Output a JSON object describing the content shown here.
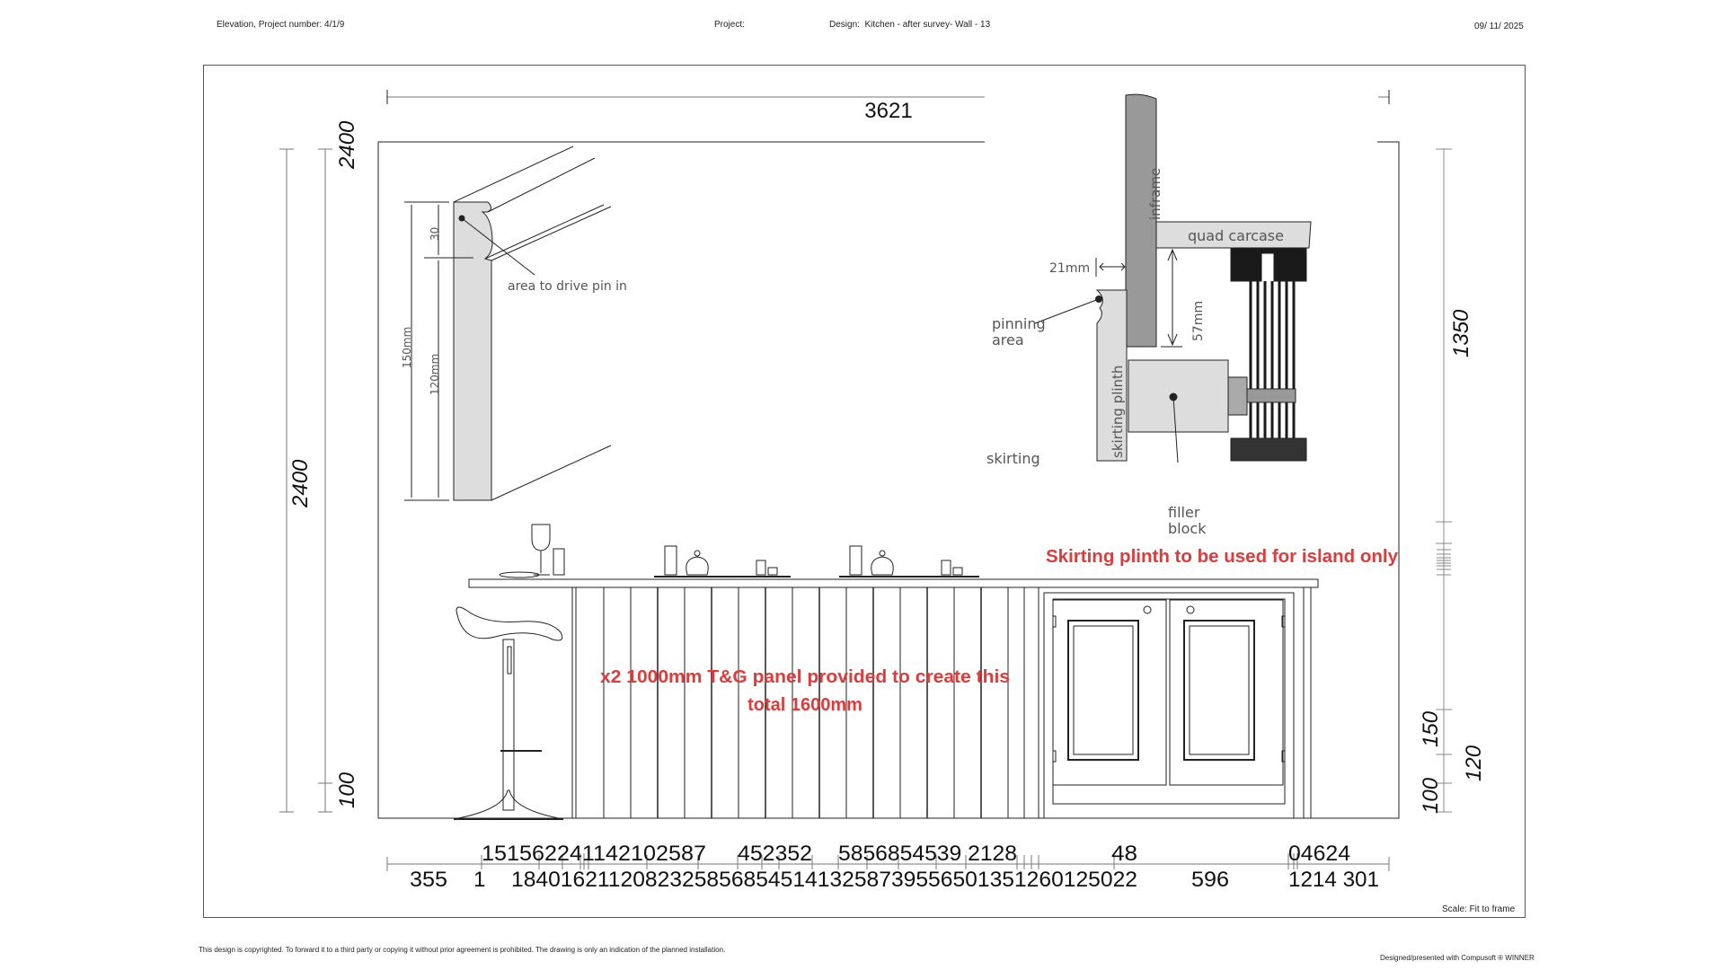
{
  "header": {
    "elevation": "Elevation, Project number: 4/1/9",
    "project_label": "Project:",
    "design_label": "Design:",
    "design_value": "Kitchen - after survey- Wall - 13",
    "date": "09/ 11/ 2025"
  },
  "drawing": {
    "top_width": "3621",
    "left_height_outer": "2400",
    "left_height_inner": "2400",
    "left_plinth": "100",
    "right_upper": "1350",
    "right_150": "150",
    "right_120": "120",
    "right_100": "100",
    "bottom_top_row": [
      "151562241142102587",
      "452352",
      "5856854539 2128",
      "48",
      "04624"
    ],
    "bottom_bottom_row": [
      "355",
      "1",
      "184016211208232585685451413258739556501351260125022",
      "596",
      "1214 301"
    ]
  },
  "skirting_detail": {
    "dim_150": "150mm",
    "dim_120": "120mm",
    "dim_30": "30",
    "pin_label": "area to drive pin in"
  },
  "plinth_detail": {
    "inframe": "inframe",
    "quad_carcase": "quad carcase",
    "gap": "21mm",
    "height": "57mm",
    "pinning_1": "pinning",
    "pinning_2": "area",
    "skirting_plinth": "skirting plinth",
    "skirting_cut": "skirting",
    "filler_1": "filler",
    "filler_2": "block"
  },
  "notes": {
    "island_note": "Skirting plinth to be used for island only",
    "panel_note_1": "x2 1000mm T&G panel provided to create this",
    "panel_note_2": "total 1600mm",
    "note_color": "#e03a3a"
  },
  "footer": {
    "scale": "Scale: Fit to frame",
    "copyright": "This design is copyrighted. To forward it to a third party or copying it without prior agreement is prohibited. The drawing is only an indication of the planned installation.",
    "credit": "Designed/presented with Compusoft ® WINNER"
  }
}
